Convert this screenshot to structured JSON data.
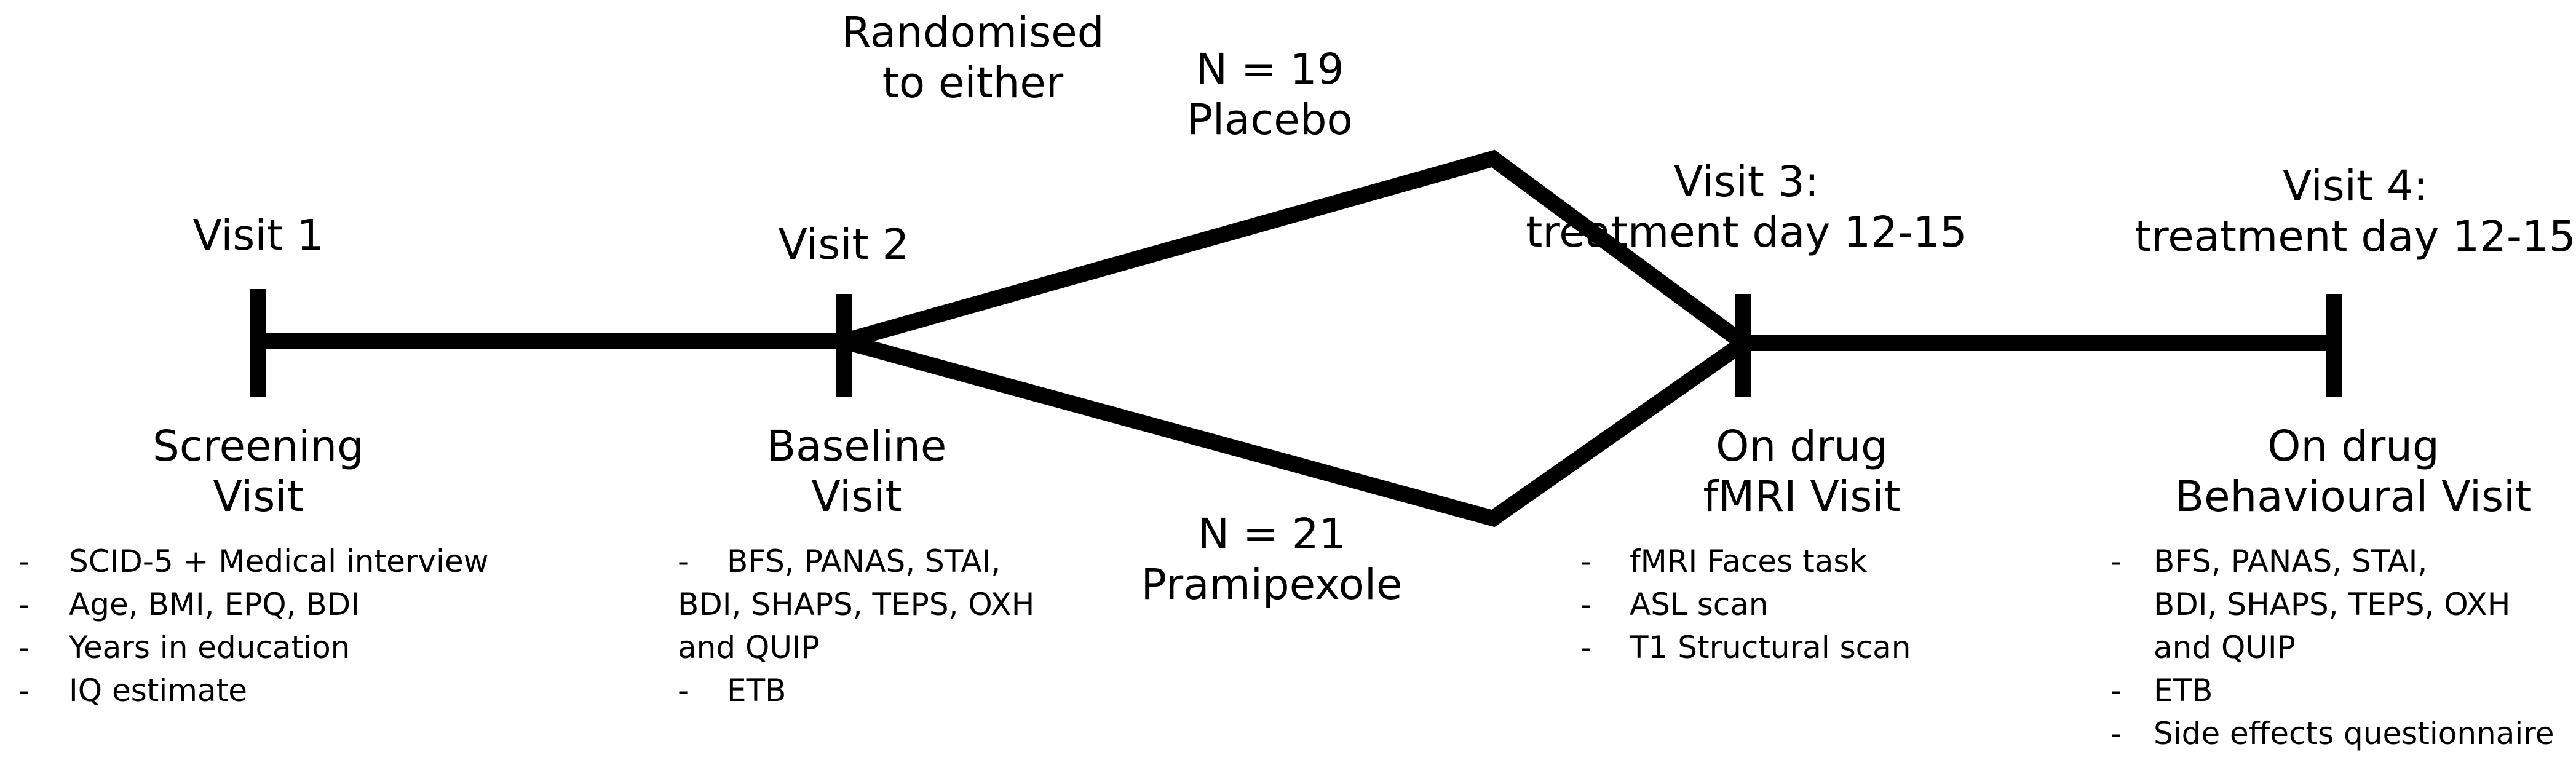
{
  "randomised": [
    "Randomised",
    "to either"
  ],
  "placebo_arm": {
    "n": "N = 19",
    "name": "Placebo"
  },
  "pramipexole_arm": {
    "n": "N = 21",
    "name": "Pramipexole"
  },
  "visits": [
    {
      "title": "Visit 1",
      "subtitle_lines": [],
      "label_lines": [
        "Screening",
        "Visit"
      ],
      "items": [
        "SCID-5 + Medical interview",
        "Age, BMI, EPQ, BDI",
        "Years in education",
        "IQ estimate"
      ]
    },
    {
      "title": "Visit 2",
      "subtitle_lines": [],
      "label_lines": [
        "Baseline",
        "Visit"
      ],
      "items": [
        "BFS, PANAS, STAI,",
        "BDI, SHAPS, TEPS, OXH",
        "and QUIP",
        "ETB"
      ]
    },
    {
      "title": "Visit 3:",
      "subtitle_lines": [
        "treatment day 12-15"
      ],
      "label_lines": [
        "On drug",
        "fMRI Visit"
      ],
      "items": [
        "fMRI Faces task",
        "ASL scan",
        "T1 Structural scan"
      ]
    },
    {
      "title": "Visit 4:",
      "subtitle_lines": [
        "treatment day 12-15"
      ],
      "label_lines": [
        "On drug",
        "Behavioural Visit"
      ],
      "items": [
        "BFS, PANAS, STAI,",
        "BDI, SHAPS, TEPS, OXH",
        "and QUIP",
        "ETB",
        "Side effects questionnaire"
      ]
    }
  ],
  "colors": {
    "line": "#000000",
    "background": "#ffffff"
  }
}
